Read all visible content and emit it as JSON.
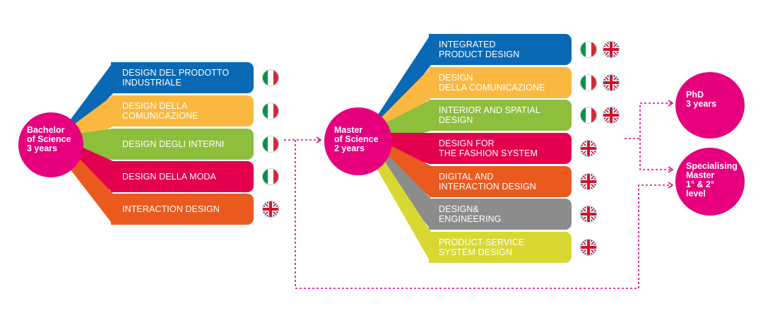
{
  "colors": {
    "magenta": "#e6007e",
    "blue": "#0a69b4",
    "yellow": "#fbb841",
    "green": "#8dbf3d",
    "crimson": "#e3004f",
    "orange": "#ea5a1f",
    "gray": "#8c8c8c",
    "lime": "#d9d832"
  },
  "bachelor": {
    "label": "Bachelor\nof Science\n3 years",
    "programs": [
      {
        "label": "DESIGN DEL PRODOTTO\nINDUSTRIALE",
        "color": "#0a69b4",
        "flags": [
          "it-flag-icon"
        ]
      },
      {
        "label": "DESIGN DELLA\nCOMUNICAZIONE",
        "color": "#fbb841",
        "flags": [
          "it-flag-icon"
        ]
      },
      {
        "label": "DESIGN DEGLI INTERNI",
        "color": "#8dbf3d",
        "flags": [
          "it-flag-icon"
        ]
      },
      {
        "label": "DESIGN DELLA MODA",
        "color": "#e3004f",
        "flags": [
          "it-flag-icon"
        ]
      },
      {
        "label": "INTERACTION DESIGN",
        "color": "#ea5a1f",
        "flags": [
          "uk-flag-icon"
        ]
      }
    ]
  },
  "master": {
    "label": "Master\nof Science\n2 years",
    "programs": [
      {
        "label": "INTEGRATED\nPRODUCT DESIGN",
        "color": "#0a69b4",
        "flags": [
          "it-flag-icon",
          "uk-flag-icon"
        ]
      },
      {
        "label": "DESIGN\nDELLA COMUNICAZIONE",
        "color": "#fbb841",
        "flags": [
          "it-flag-icon",
          "uk-flag-icon"
        ]
      },
      {
        "label": "INTERIOR AND SPATIAL\nDESIGN",
        "color": "#8dbf3d",
        "flags": [
          "it-flag-icon",
          "uk-flag-icon"
        ]
      },
      {
        "label": "DESIGN FOR\nTHE FASHION SYSTEM",
        "color": "#e3004f",
        "flags": [
          "uk-flag-icon"
        ]
      },
      {
        "label": "DIGITAL AND\nINTERACTION DESIGN",
        "color": "#ea5a1f",
        "flags": [
          "uk-flag-icon"
        ]
      },
      {
        "label": "DESIGN&\nENGINEERING",
        "color": "#8c8c8c",
        "flags": [
          "uk-flag-icon"
        ]
      },
      {
        "label": "PRODUCT-SERVICE\nSYSTEM DESIGN",
        "color": "#d9d832",
        "flags": [
          "uk-flag-icon"
        ]
      }
    ]
  },
  "phd": {
    "label": "PhD\n3 years"
  },
  "specialising": {
    "label": "Specialising\nMaster\n1° & 2°\nlevel"
  }
}
